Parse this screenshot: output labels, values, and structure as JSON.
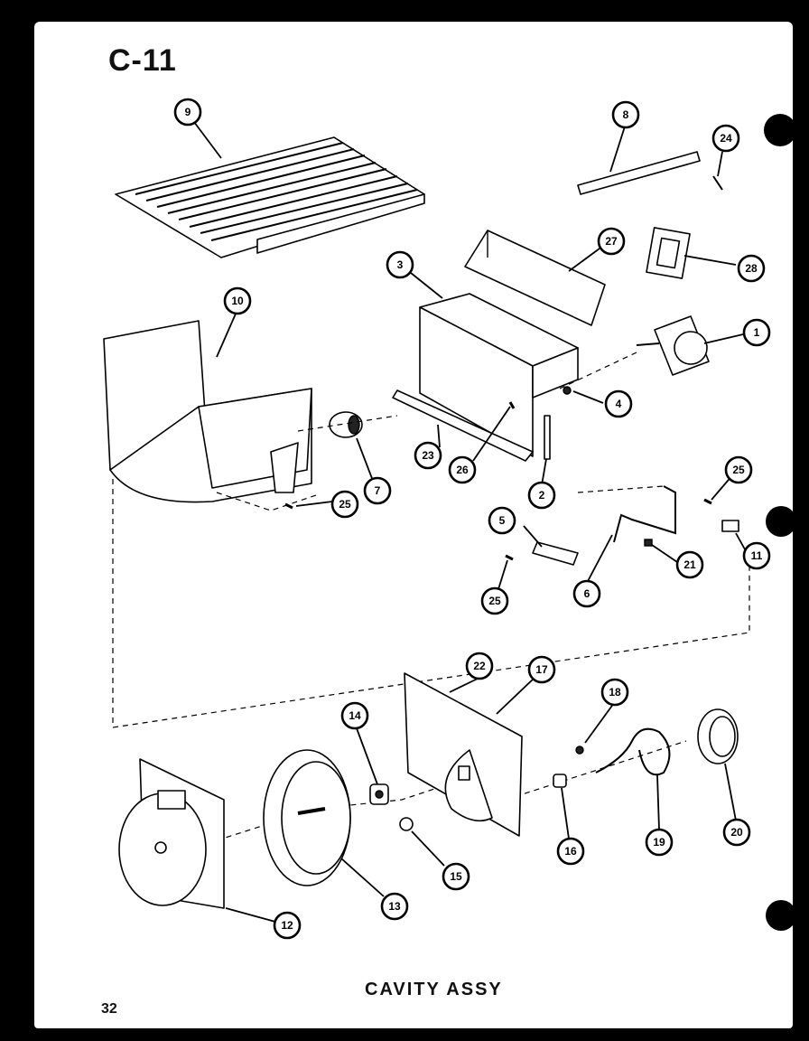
{
  "sheet_code": "C-11",
  "title": "CAVITY ASSY",
  "page_number": "32",
  "callouts": [
    {
      "id": "c1",
      "label": "1"
    },
    {
      "id": "c2",
      "label": "2"
    },
    {
      "id": "c3",
      "label": "3"
    },
    {
      "id": "c4",
      "label": "4"
    },
    {
      "id": "c5",
      "label": "5"
    },
    {
      "id": "c6",
      "label": "6"
    },
    {
      "id": "c7",
      "label": "7"
    },
    {
      "id": "c8",
      "label": "8"
    },
    {
      "id": "c9",
      "label": "9"
    },
    {
      "id": "c10",
      "label": "10"
    },
    {
      "id": "c11",
      "label": "11"
    },
    {
      "id": "c12",
      "label": "12"
    },
    {
      "id": "c13",
      "label": "13"
    },
    {
      "id": "c14",
      "label": "14"
    },
    {
      "id": "c15",
      "label": "15"
    },
    {
      "id": "c16",
      "label": "16"
    },
    {
      "id": "c17",
      "label": "17"
    },
    {
      "id": "c18",
      "label": "18"
    },
    {
      "id": "c19",
      "label": "19"
    },
    {
      "id": "c20",
      "label": "20"
    },
    {
      "id": "c21",
      "label": "21"
    },
    {
      "id": "c22",
      "label": "22"
    },
    {
      "id": "c23",
      "label": "23"
    },
    {
      "id": "c24",
      "label": "24"
    },
    {
      "id": "c25a",
      "label": "25"
    },
    {
      "id": "c25b",
      "label": "25"
    },
    {
      "id": "c25c",
      "label": "25"
    },
    {
      "id": "c26",
      "label": "26"
    },
    {
      "id": "c27",
      "label": "27"
    },
    {
      "id": "c28",
      "label": "28"
    }
  ]
}
